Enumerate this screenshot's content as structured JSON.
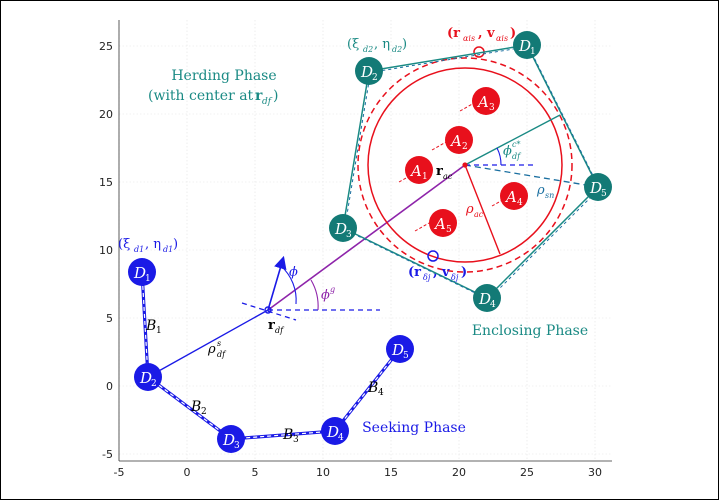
{
  "axes": {
    "x_ticks": [
      "-5",
      "0",
      "5",
      "10",
      "15",
      "20",
      "25",
      "30"
    ],
    "y_ticks": [
      "25",
      "20",
      "15",
      "10",
      "5",
      "0",
      "-5"
    ]
  },
  "phases": {
    "herding_line1": "Herding Phase",
    "herding_line2_prefix": "(with center at ",
    "herding_line2_r": "r",
    "herding_line2_sub": "df",
    "herding_line2_suffix": ")",
    "enclosing": "Enclosing Phase",
    "seeking": "Seeking Phase"
  },
  "dogs": [
    {
      "letter": "D",
      "num": "1"
    },
    {
      "letter": "D",
      "num": "2"
    },
    {
      "letter": "D",
      "num": "3"
    },
    {
      "letter": "D",
      "num": "4"
    },
    {
      "letter": "D",
      "num": "5"
    }
  ],
  "herd_dogs": [
    {
      "letter": "D",
      "num": "1"
    },
    {
      "letter": "D",
      "num": "2"
    },
    {
      "letter": "D",
      "num": "3"
    },
    {
      "letter": "D",
      "num": "4"
    },
    {
      "letter": "D",
      "num": "5"
    }
  ],
  "agents": [
    {
      "letter": "A",
      "num": "1"
    },
    {
      "letter": "A",
      "num": "2"
    },
    {
      "letter": "A",
      "num": "3"
    },
    {
      "letter": "A",
      "num": "4"
    },
    {
      "letter": "A",
      "num": "5"
    }
  ],
  "segments": [
    {
      "letter": "B",
      "num": "1"
    },
    {
      "letter": "B",
      "num": "2"
    },
    {
      "letter": "B",
      "num": "3"
    },
    {
      "letter": "B",
      "num": "4"
    }
  ],
  "labels": {
    "xi_d1": "(ξ",
    "xi_d1_sub": "d1",
    "eta_d1": ", η",
    "eta_d1_sub": "d1",
    "close1": ")",
    "xi_d2": "(ξ",
    "xi_d2_sub": "d2",
    "eta_d2": ", η",
    "eta_d2_sub": "d2",
    "close2": ")",
    "r_ais": "(r",
    "r_ais_sub": "αis",
    "v_ais": ", v",
    "v_ais_sub": "αis",
    "close3": ")",
    "r_dj": "(r",
    "r_dj_sub": "δj",
    "v_dj": ", v",
    "v_dj_sub": "δj",
    "close4": ")",
    "r_ac": "r",
    "r_ac_sub": "ac",
    "r_df": "r",
    "r_df_sub": "df",
    "rho_ac": "ρ",
    "rho_ac_sub": "ac",
    "rho_sn": "ρ",
    "rho_sn_sub": "sn",
    "rho_df": "ρ",
    "rho_df_sup": "s",
    "rho_df_sub": "df",
    "phi": "ϕ",
    "phi_g": "ϕ",
    "phi_g_sup": "g",
    "phi_df": "ϕ",
    "phi_df_sup": "c*",
    "phi_df_sub": "df"
  },
  "colors": {
    "herding_teal": "#1a8a84",
    "enclosing_red": "#e8101c",
    "seeking_blue": "#1a1ae6",
    "purple": "#8e24aa"
  }
}
